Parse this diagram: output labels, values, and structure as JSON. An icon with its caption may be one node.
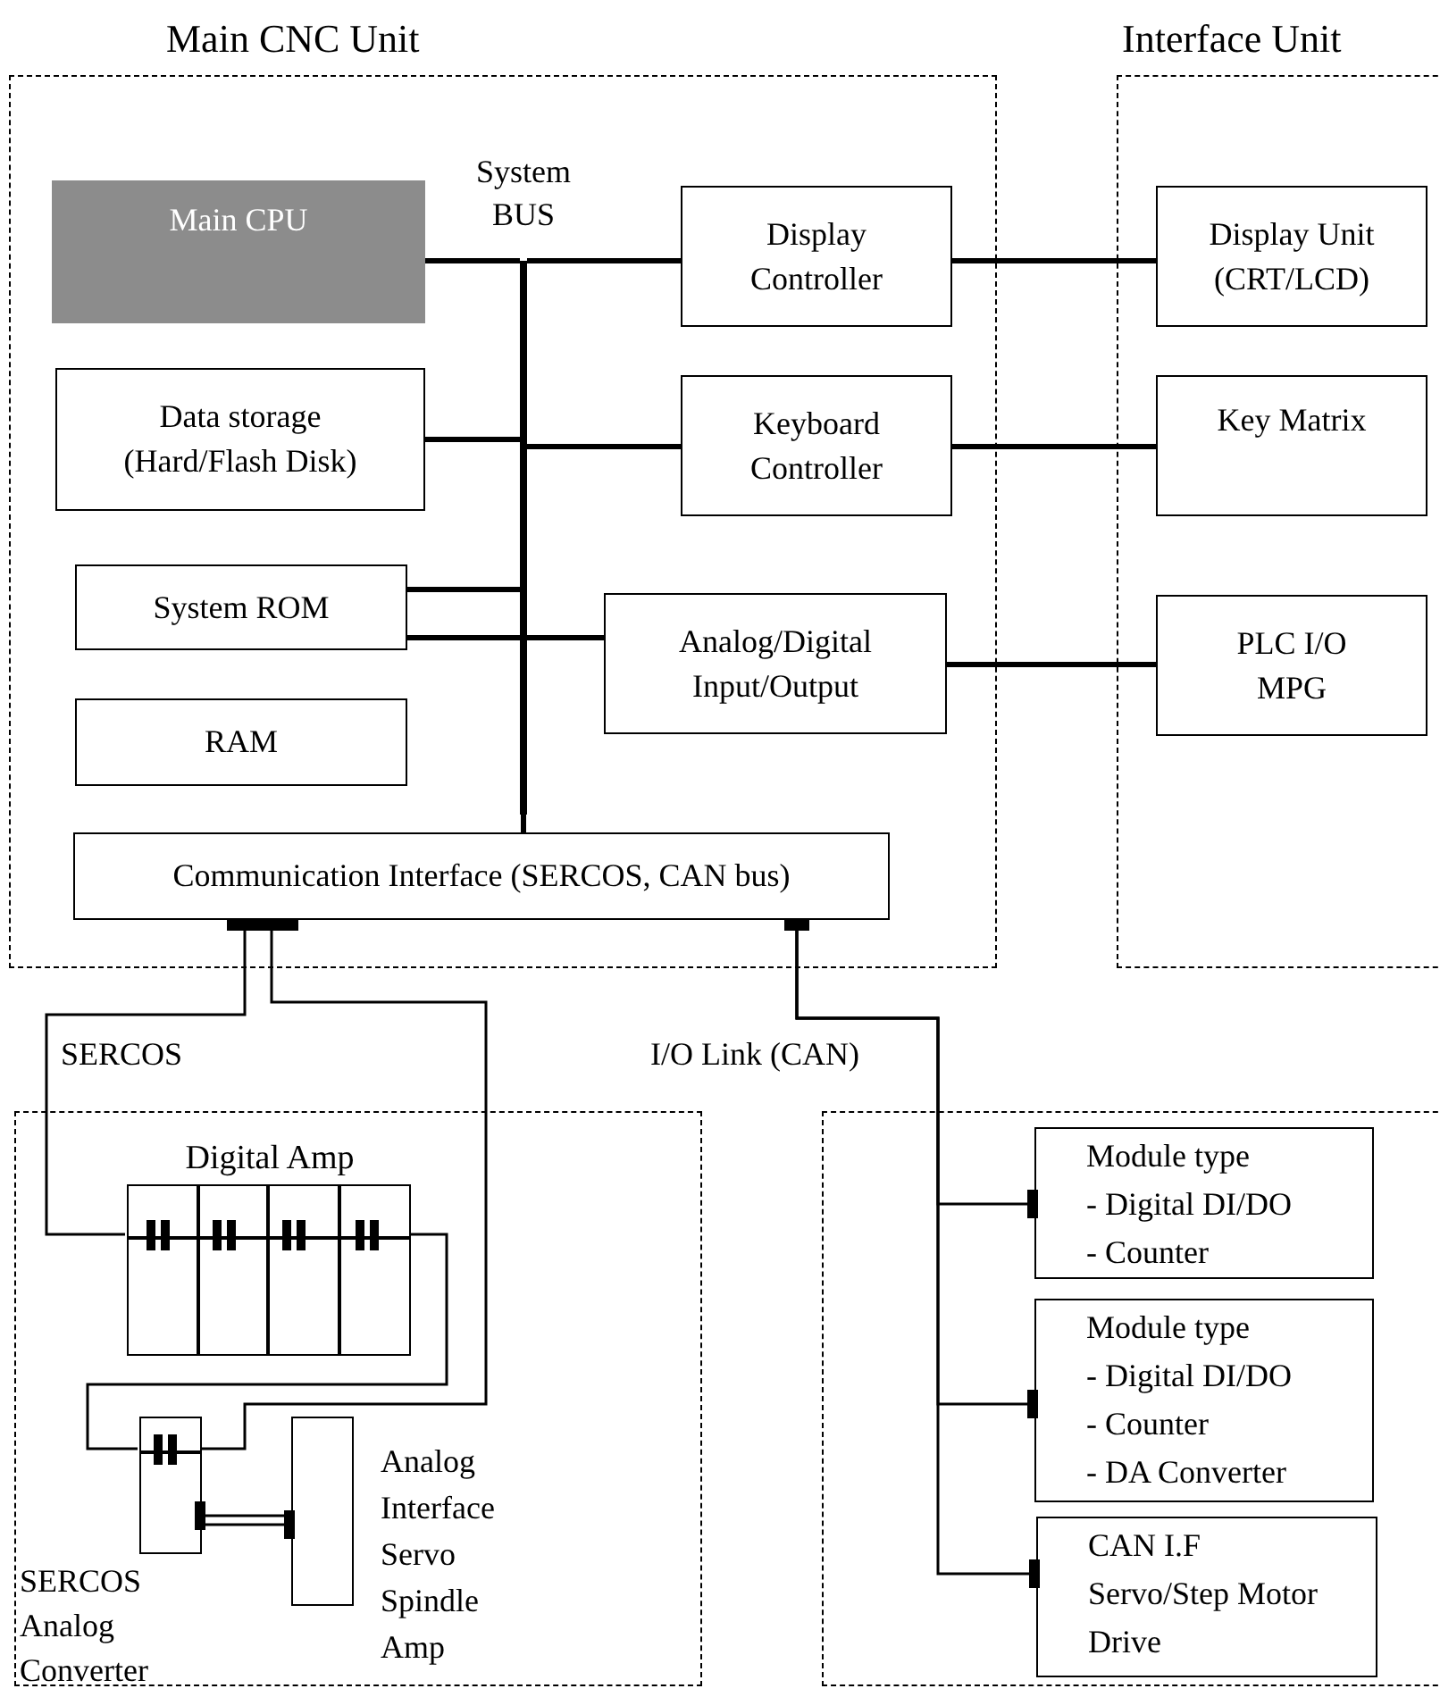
{
  "diagram": {
    "nodes": [
      {
        "text": [
          "Main CNC Unit"
        ]
      },
      {
        "text": [
          "Main CPU"
        ],
        "in": 0
      },
      {
        "text": [
          "System BUS"
        ],
        "in": 0
      },
      {
        "text": [
          "Display Controller"
        ],
        "in": 0
      },
      {
        "text": [
          "Data storage (Hard/Flash Disk)"
        ],
        "in": 0
      },
      {
        "text": [
          "Keyboard Controller"
        ],
        "in": 0
      },
      {
        "text": [
          "System ROM"
        ],
        "in": 0
      },
      {
        "text": [
          "Analog/Digital Input/Output"
        ],
        "in": 0
      },
      {
        "text": [
          "RAM"
        ],
        "in": 0
      },
      {
        "text": [
          "Communication Interface (SERCOS, CAN bus)"
        ],
        "in": 0
      },
      {
        "text": [
          "Interface Unit"
        ]
      },
      {
        "text": [
          "Display Unit (CRT/LCD)"
        ],
        "in": 10
      },
      {
        "text": [
          "Key Matrix"
        ],
        "in": 10
      },
      {
        "text": [
          "PLC I/O MPG"
        ],
        "in": 10
      },
      {
        "text": [],
        "shape": "box"
      },
      {
        "text": [
          "Digital Amp"
        ],
        "in": 14
      },
      {
        "text": [
          "SERCOS Analog Converter"
        ],
        "in": 14
      },
      {
        "text": [
          "Analog Interface Servo Spindle Amp"
        ],
        "in": 14
      },
      {
        "text": [],
        "shape": "box"
      },
      {
        "text": [
          "Module type",
          "- Digital DI/DO",
          "- Counter"
        ],
        "in": 18
      },
      {
        "text": [
          "Module type",
          "- Digital DI/DO",
          "- Counter",
          "- DA Converter"
        ],
        "in": 18
      },
      {
        "text": [
          "CAN I.F",
          "Servo/Step Motor Drive"
        ],
        "in": 18
      }
    ],
    "edges": [
      {
        "from": 1,
        "to": 2,
        "arrow": "none"
      },
      {
        "from": 2,
        "to": 3,
        "arrow": "none"
      },
      {
        "from": 3,
        "to": 11,
        "arrow": "none"
      },
      {
        "from": 4,
        "to": 2,
        "arrow": "none"
      },
      {
        "from": 2,
        "to": 5,
        "arrow": "none"
      },
      {
        "from": 5,
        "to": 12,
        "arrow": "none"
      },
      {
        "from": 6,
        "to": 2,
        "arrow": "none"
      },
      {
        "from": 6,
        "to": 7,
        "arrow": "none"
      },
      {
        "from": 7,
        "to": 13,
        "arrow": "none"
      },
      {
        "from": 2,
        "to": 9,
        "arrow": "none"
      },
      {
        "from": 9,
        "to": 15,
        "arrow": "none",
        "label": "SERCOS"
      },
      {
        "from": 15,
        "to": 16,
        "arrow": "none"
      },
      {
        "from": 16,
        "to": 9,
        "arrow": "none"
      },
      {
        "from": 16,
        "to": 17,
        "arrow": "other"
      },
      {
        "from": 9,
        "to": 19,
        "arrow": "other",
        "label": "I/O Link (CAN)"
      },
      {
        "from": 9,
        "to": 20,
        "arrow": "other"
      },
      {
        "from": 9,
        "to": 21,
        "arrow": "other"
      }
    ]
  }
}
